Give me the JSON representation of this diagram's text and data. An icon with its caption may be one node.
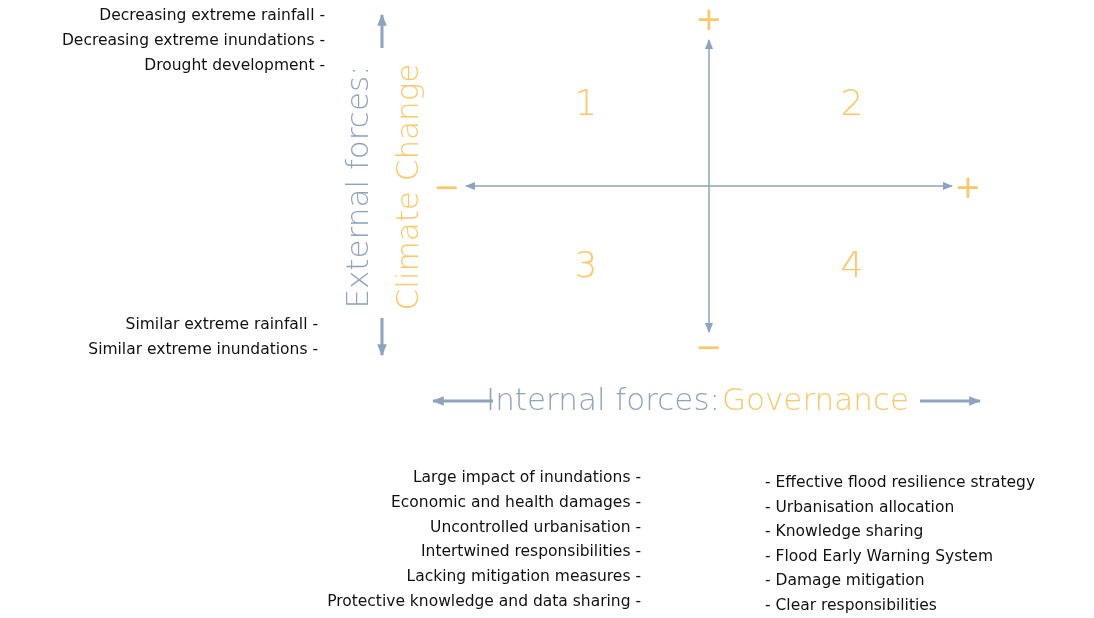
{
  "diagram": {
    "labels": [
      "Decreasing extreme rainfall -",
      "Decreasing extreme inundations -",
      "Drought development -",
      "+",
      "1",
      "2",
      "External forces:",
      "Climate Change",
      "−",
      "+",
      "3",
      "4",
      "Similar extreme rainfall -",
      "Similar extreme inundations -",
      "−",
      "Internal forces:",
      "Governance",
      "Large impact of inundations -",
      "Economic and health damages -",
      "Uncontrolled urbanisation -",
      "Intertwined responsibilities -",
      "Lacking mitigation measures -",
      "Protective knowledge and data sharing -",
      "- Effective flood resilience strategy",
      "- Urbanisation allocation",
      "- Knowledge sharing",
      "- Flood Early Warning System",
      "- Damage mitigation",
      "- Clear responsibilities"
    ]
  }
}
